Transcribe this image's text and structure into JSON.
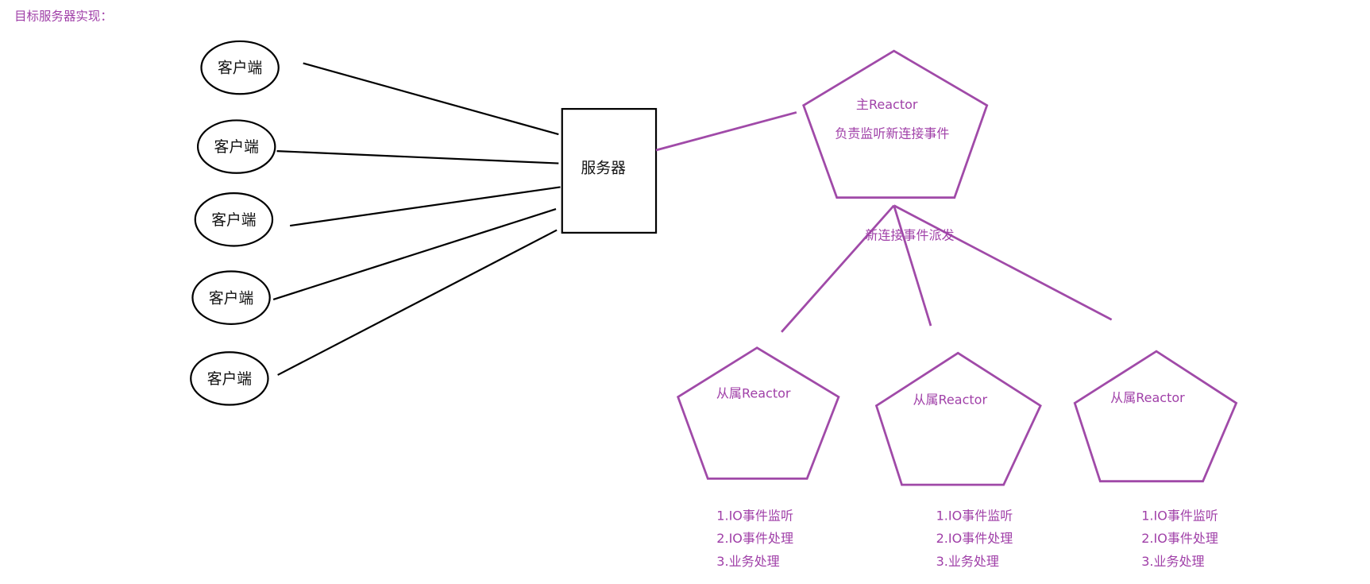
{
  "title": "目标服务器实现：",
  "clients": [
    "客户端",
    "客户端",
    "客户端",
    "客户端",
    "客户端"
  ],
  "server": "服务器",
  "main_reactor": {
    "name": "主Reactor",
    "desc": "负责监听新连接事件"
  },
  "dispatch_label": "新连接事件派发",
  "sub_reactors": [
    {
      "name": "从属Reactor",
      "tasks": [
        "1.IO事件监听",
        "2.IO事件处理",
        "3.业务处理"
      ]
    },
    {
      "name": "从属Reactor",
      "tasks": [
        "1.IO事件监听",
        "2.IO事件处理",
        "3.业务处理"
      ]
    },
    {
      "name": "从属Reactor",
      "tasks": [
        "1.IO事件监听",
        "2.IO事件处理",
        "3.业务处理"
      ]
    }
  ],
  "colors": {
    "accent": "#a040a8",
    "line": "#000000"
  }
}
